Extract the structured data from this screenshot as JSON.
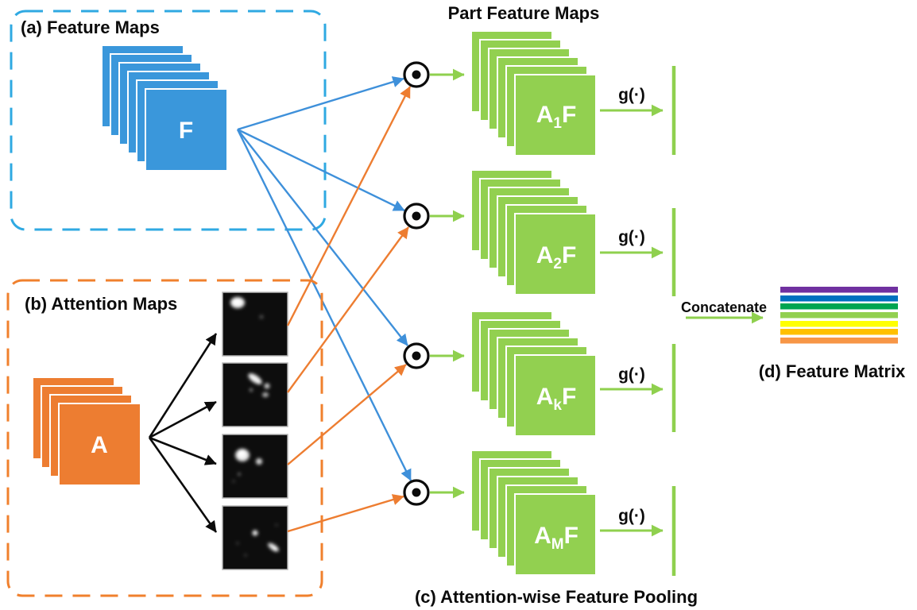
{
  "diagram": {
    "top_title": "Part Feature Maps",
    "panel_a": {
      "label": "(a) Feature Maps",
      "tensor": "F",
      "layers": 6,
      "fill": "#3a97db",
      "border": "#2fa9e2"
    },
    "panel_b": {
      "label": "(b) Attention Maps",
      "tensor": "A",
      "layers": 4,
      "fill": "#ed7d31",
      "border": "#f0802d",
      "maps": [
        "attention-map-1",
        "attention-map-2",
        "attention-map-3",
        "attention-map-4"
      ]
    },
    "panel_c": {
      "label": "(c) Attention-wise Feature Pooling",
      "fill": "#92d050",
      "layers": 6,
      "operator": "⊙",
      "rows": [
        {
          "main": "A",
          "sub": "1",
          "tail": "F",
          "pool": "g(·)"
        },
        {
          "main": "A",
          "sub": "2",
          "tail": "F",
          "pool": "g(·)"
        },
        {
          "main": "A",
          "sub": "k",
          "tail": "F",
          "pool": "g(·)"
        },
        {
          "main": "A",
          "sub": "M",
          "tail": "F",
          "pool": "g(·)"
        }
      ]
    },
    "panel_d": {
      "label": "(d) Feature Matrix",
      "concatenate": "Concatenate",
      "matrix_colors": [
        "#7030a0",
        "#0070c0",
        "#00a551",
        "#92d050",
        "#ffff00",
        "#ffc000",
        "#f79646"
      ]
    },
    "arrow_colors": {
      "blue": "#3e90da",
      "orange": "#ed7d31",
      "green": "#8fd04e",
      "black": "#0b0b0b"
    }
  }
}
